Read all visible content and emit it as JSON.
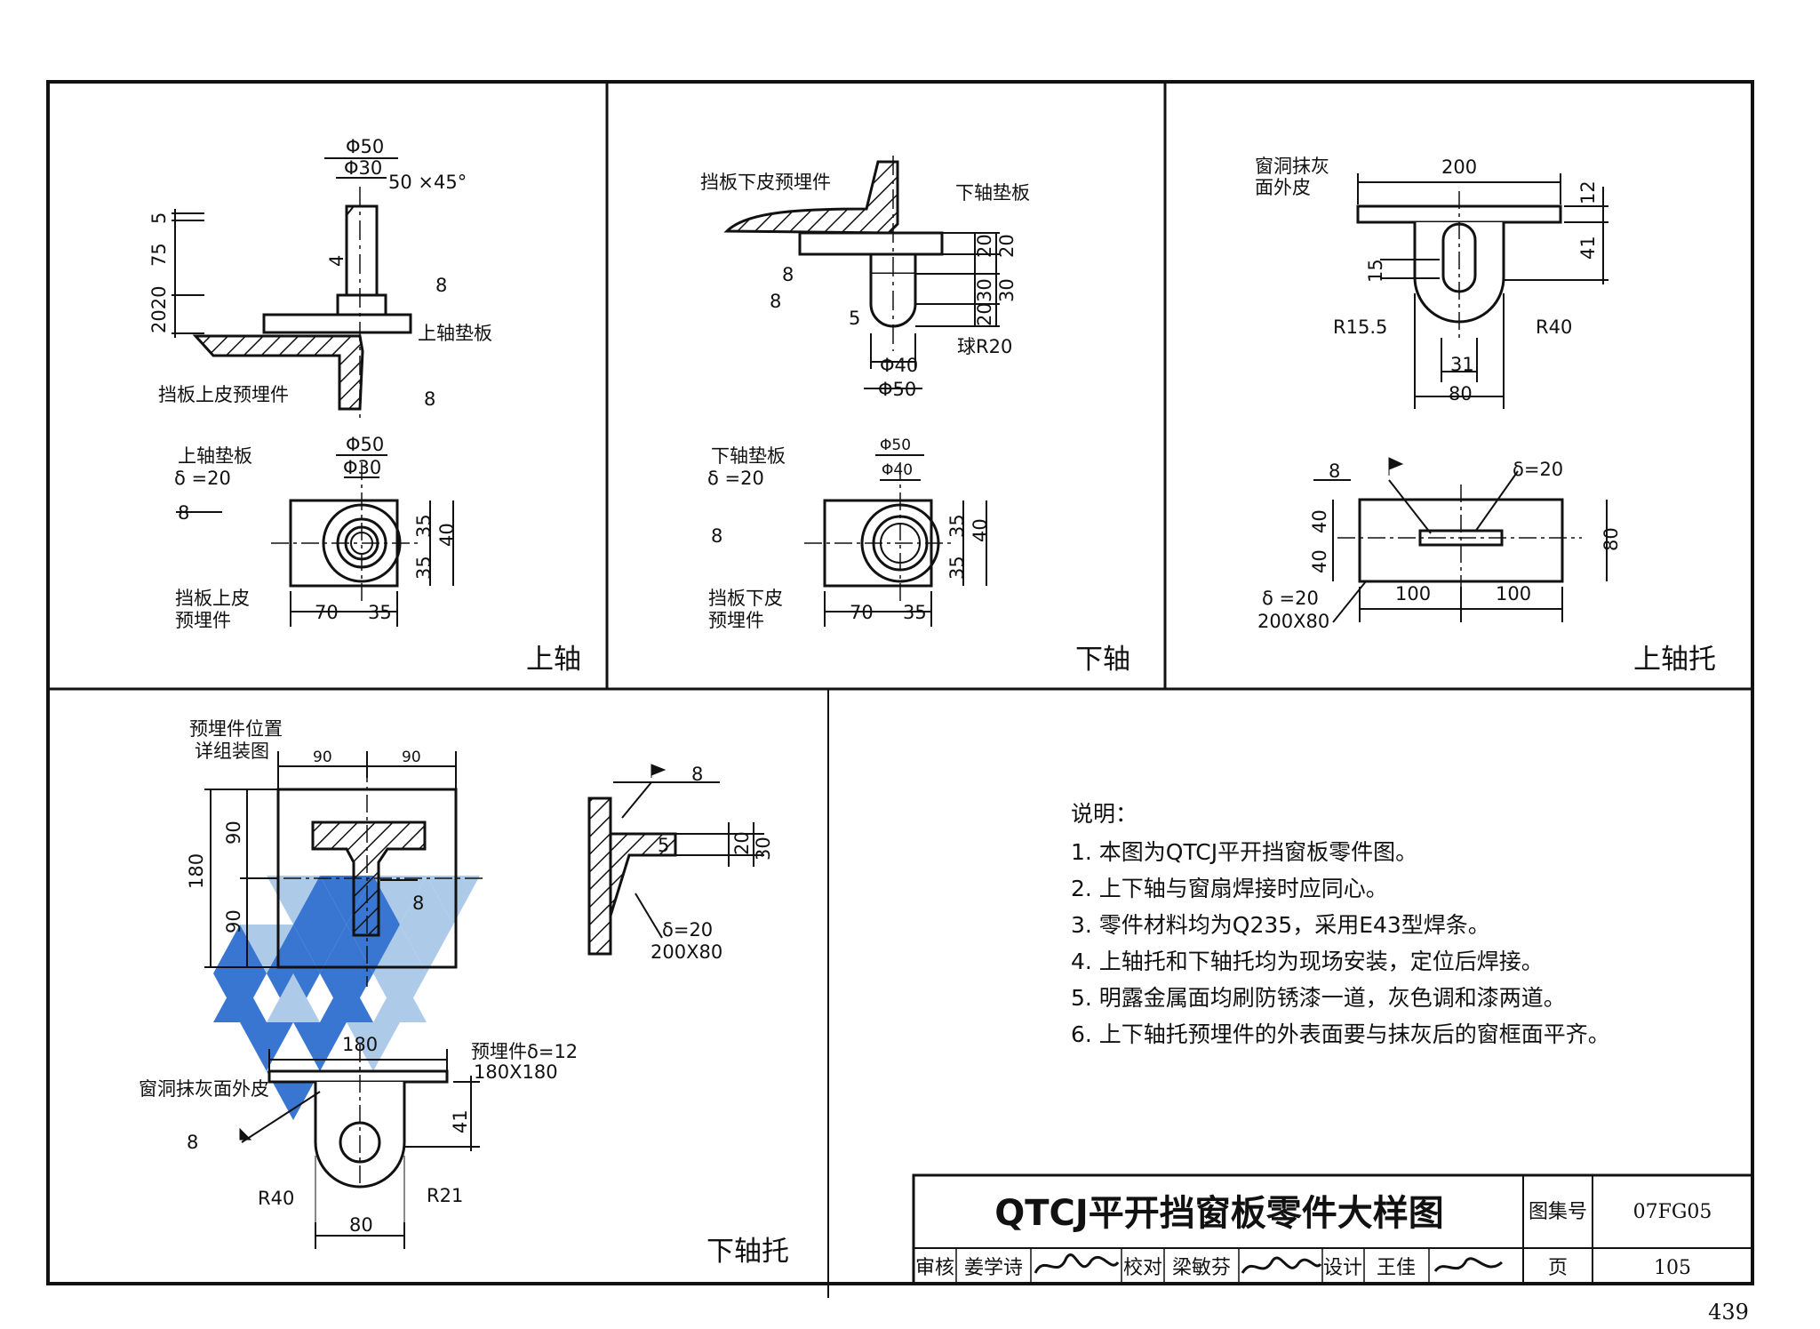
{
  "panels": {
    "upper_axis": {
      "caption": "上轴",
      "dims": {
        "phi50": "Φ50",
        "phi30": "Φ30",
        "chamfer": "50 ×45°",
        "d5": "5",
        "d75": "75",
        "d2020": "2020",
        "weld4": "4",
        "weld8": "8",
        "plate": "上轴垫板",
        "embed": "挡板上皮预埋件",
        "plan_phi50": "Φ50",
        "plan_phi30": "Φ30",
        "plan_plate": "上轴垫板",
        "plan_delta": "δ =20",
        "plan_embed1": "挡板上皮",
        "plan_embed2": "预埋件",
        "d70": "70",
        "d35": "35",
        "d40": "40",
        "d35v": "35",
        "d35v2": "35"
      }
    },
    "lower_axis": {
      "caption": "下轴",
      "dims": {
        "embed": "挡板下皮预埋件",
        "plate": "下轴垫板",
        "weld8a": "8",
        "weld8b": "8",
        "weld5": "5",
        "d20": "20",
        "d20b": "20",
        "d30": "30",
        "d20c": "20",
        "d30b": "30",
        "phi40": "Φ40",
        "phi50": "Φ50",
        "ball": "球R20",
        "plan_plate": "下轴垫板",
        "plan_delta": "δ =20",
        "plan_phi50": "Φ50",
        "plan_phi40": "Φ40",
        "plan_embed1": "挡板下皮",
        "plan_embed2": "预埋件",
        "d70": "70",
        "d35": "35",
        "d35v": "35",
        "d40": "40",
        "d35v2": "35"
      }
    },
    "upper_support": {
      "caption": "上轴托",
      "dims": {
        "label1": "窗洞抹灰",
        "label2": "面外皮",
        "d200": "200",
        "d12": "12",
        "d41": "41",
        "d15": "15",
        "r155": "R15.5",
        "r40": "R40",
        "d31": "31",
        "d80": "80",
        "weld8": "8",
        "delta20": "δ=20",
        "d40a": "40",
        "d40b": "40",
        "d80v": "80",
        "d100a": "100",
        "d100b": "100",
        "plate_delta": "δ =20",
        "plate_size": "200X80"
      }
    },
    "lower_support": {
      "caption": "下轴托",
      "dims": {
        "pos1": "预埋件位置",
        "pos2": "详组装图",
        "d90a": "90",
        "d90b": "90",
        "d180v": "180",
        "d90v1": "90",
        "d90v2": "90",
        "weld8": "8",
        "d180": "180",
        "emb_delta": "预埋件δ=12",
        "emb_size": "180X180",
        "surface": "窗洞抹灰面外皮",
        "d41": "41",
        "r40": "R40",
        "r21": "R21",
        "d80": "80",
        "side_weld8": "8",
        "side_weld5": "5",
        "d20": "20",
        "d30": "30",
        "side_delta": "δ=20",
        "side_size": "200X80"
      }
    }
  },
  "notes": {
    "heading": "说明：",
    "items": [
      "1. 本图为QTCJ平开挡窗板零件图。",
      "2. 上下轴与窗扇焊接时应同心。",
      "3. 零件材料均为Q235，采用E43型焊条。",
      "4. 上轴托和下轴托均为现场安装，定位后焊接。",
      "5. 明露金属面均刷防锈漆一道，灰色调和漆两道。",
      "6. 上下轴托预埋件的外表面要与抹灰后的窗框面平齐。"
    ]
  },
  "title_block": {
    "title": "QTCJ平开挡窗板零件大样图",
    "atlas_label": "图集号",
    "atlas_no": "07FG05",
    "review_label": "审核",
    "review_name": "姜学诗",
    "check_label": "校对",
    "check_name": "梁敏芬",
    "design_label": "设计",
    "design_name": "王佳",
    "page_label": "页",
    "page_no": "105"
  },
  "sheet_number": "439",
  "colors": {
    "line": "#111111",
    "hatch": "#111111",
    "watermark_dark": "#2f6fcf",
    "watermark_light": "#a9c9e8"
  }
}
